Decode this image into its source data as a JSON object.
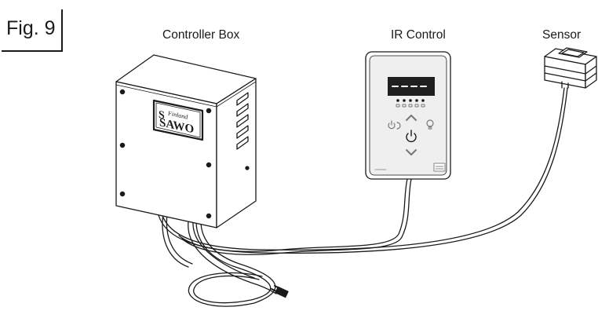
{
  "figure": {
    "label": "Fig. 9"
  },
  "components": {
    "controller_box": {
      "caption": "Controller Box",
      "logo_text": "Finland SAWO"
    },
    "ir_control": {
      "caption": "IR Control",
      "display_text": "- - - -",
      "buttons": [
        "on-off",
        "up",
        "power",
        "light",
        "down"
      ]
    },
    "sensor": {
      "caption": "Sensor"
    }
  }
}
